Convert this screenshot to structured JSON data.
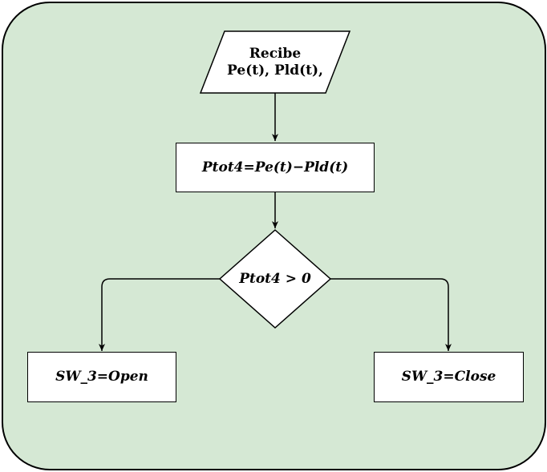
{
  "diagram": {
    "input": {
      "line1": "Recibe",
      "line2": "Pe(t), Pld(t),"
    },
    "process": {
      "label": "Ptot4=Pe(t)−Pld(t)"
    },
    "decision": {
      "label": "Ptot4 > 0"
    },
    "left_action": {
      "label": "SW_3=Open"
    },
    "right_action": {
      "label": "SW_3=Close"
    },
    "colors": {
      "panel": "#d5e8d4",
      "shape_fill": "#ffffff",
      "stroke": "#000000"
    }
  }
}
